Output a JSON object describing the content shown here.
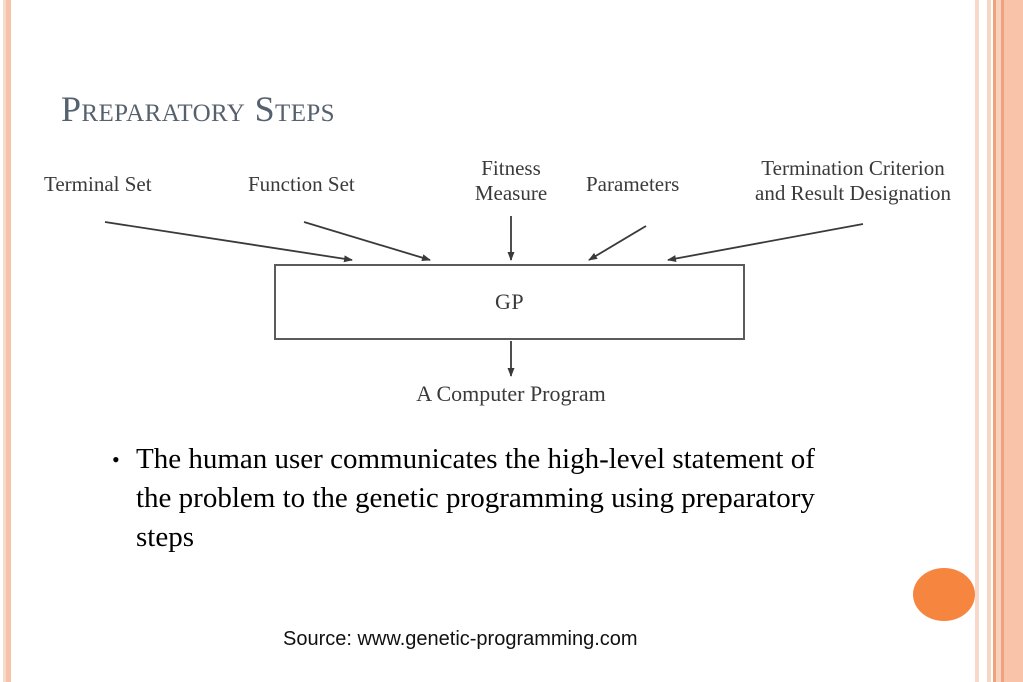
{
  "slide": {
    "title": "Preparatory Steps",
    "title_color": "#56616E",
    "background": "#FFFFFF"
  },
  "diagram": {
    "inputs": [
      {
        "name": "terminal-set",
        "label": "Terminal Set"
      },
      {
        "name": "function-set",
        "label": "Function Set"
      },
      {
        "name": "fitness-measure",
        "label": "Fitness\nMeasure"
      },
      {
        "name": "parameters",
        "label": "Parameters"
      },
      {
        "name": "termination-criterion",
        "label": "Termination Criterion\nand Result Designation"
      }
    ],
    "process_box": {
      "label": "GP"
    },
    "output": {
      "label": "A Computer Program"
    },
    "line_color": "#3A3A3A",
    "box_border_color": "#5B5B5B"
  },
  "body": {
    "bullets": [
      "The human user communicates the high-level statement of the problem to the genetic programming using preparatory steps"
    ],
    "bullet_glyph": "•"
  },
  "footer": {
    "source": "Source: www.genetic-programming.com"
  },
  "decoration": {
    "accent_color": "#F5853F",
    "stripe_colors": [
      "#F7D9CB",
      "#F6C2AB",
      "#F0A07A",
      "#F8C3A9"
    ]
  }
}
